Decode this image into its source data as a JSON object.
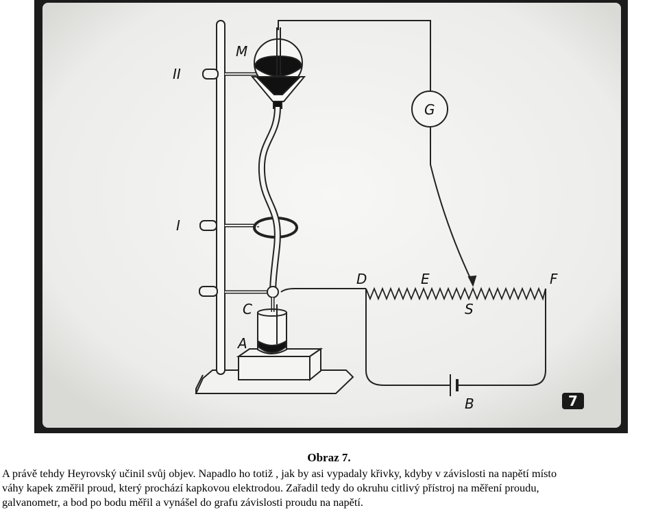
{
  "diagram": {
    "slide_number": "7",
    "labels": {
      "M": "M",
      "G": "G",
      "II": "II",
      "I": "I",
      "C": "C",
      "A": "A",
      "D": "D",
      "E": "E",
      "F": "F",
      "S": "S",
      "B": "B"
    }
  },
  "caption": {
    "title": "Obraz 7.",
    "lines": [
      "A právě tehdy Heyrovský učinil svůj objev. Napadlo ho totiž , jak by asi vypadaly křivky, kdyby v závislosti na napětí místo",
      "váhy kapek změřil proud, který prochází kapkovou elektrodou. Zařadil tedy do okruhu citlivý přístroj na měření proudu,",
      "galvanometr, a bod po bodu  měřil a vynášel  do grafu závislosti proudu na napětí."
    ]
  }
}
